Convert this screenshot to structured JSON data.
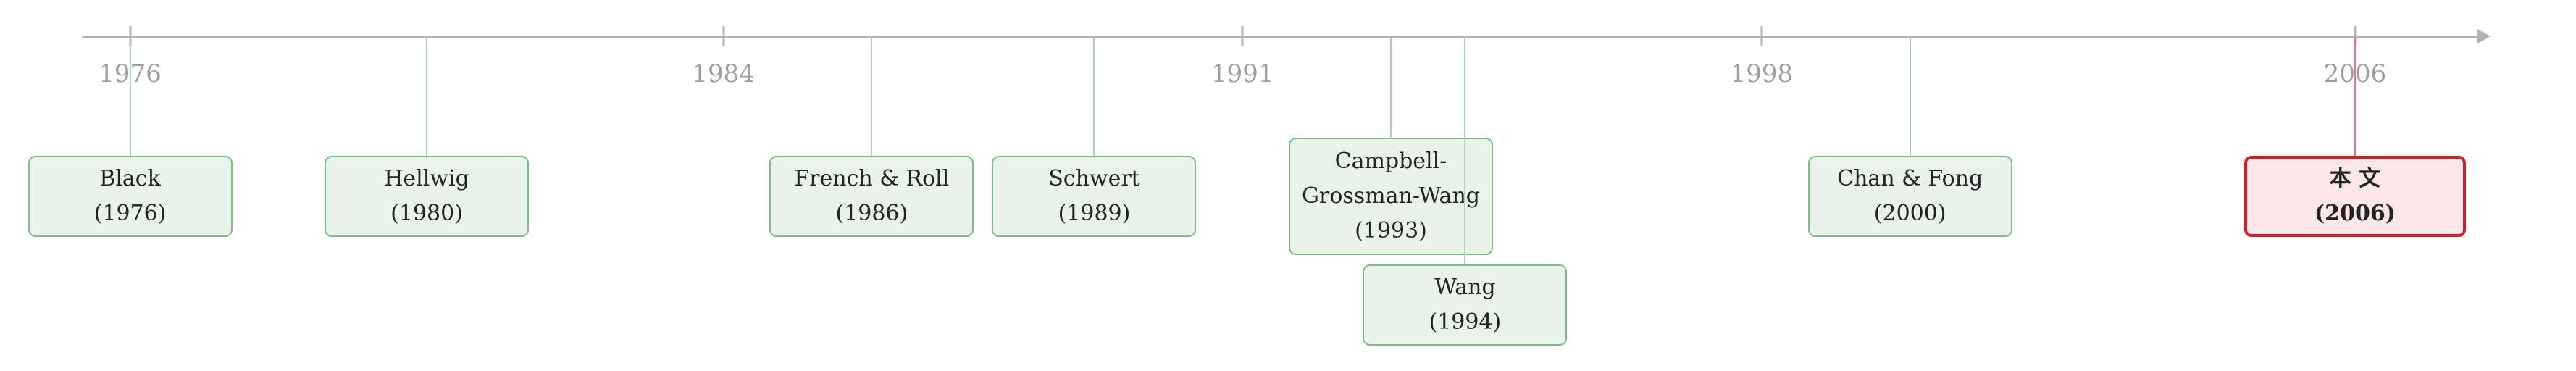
{
  "timeline": {
    "axis_start_year": 1975.35,
    "axis_end_year": 2007.7,
    "ticks": [
      "1976",
      "1984",
      "1991",
      "1998",
      "2006"
    ],
    "events": [
      {
        "year": 1976,
        "lines": [
          "Black",
          "(1976)"
        ]
      },
      {
        "year": 1980,
        "lines": [
          "Hellwig",
          "(1980)"
        ]
      },
      {
        "year": 1986,
        "lines": [
          "French & Roll",
          "(1986)"
        ]
      },
      {
        "year": 1989,
        "lines": [
          "Schwert",
          "(1989)"
        ]
      },
      {
        "year": 1993,
        "lines": [
          "Campbell-",
          "Grossman-Wang",
          "(1993)"
        ]
      },
      {
        "year": 1994,
        "lines": [
          "Wang",
          "(1994)"
        ]
      },
      {
        "year": 2000,
        "lines": [
          "Chan & Fong",
          "(2000)"
        ]
      },
      {
        "year": 2006,
        "lines": [
          "本 文",
          "(2006)"
        ],
        "highlight": true
      }
    ]
  },
  "colors": {
    "axis": "#b3b3b3",
    "event_fill": "#e8f3e9",
    "event_border": "#7bbf83",
    "highlight_fill": "#fbe6e8",
    "highlight_border": "#d11f2a"
  }
}
